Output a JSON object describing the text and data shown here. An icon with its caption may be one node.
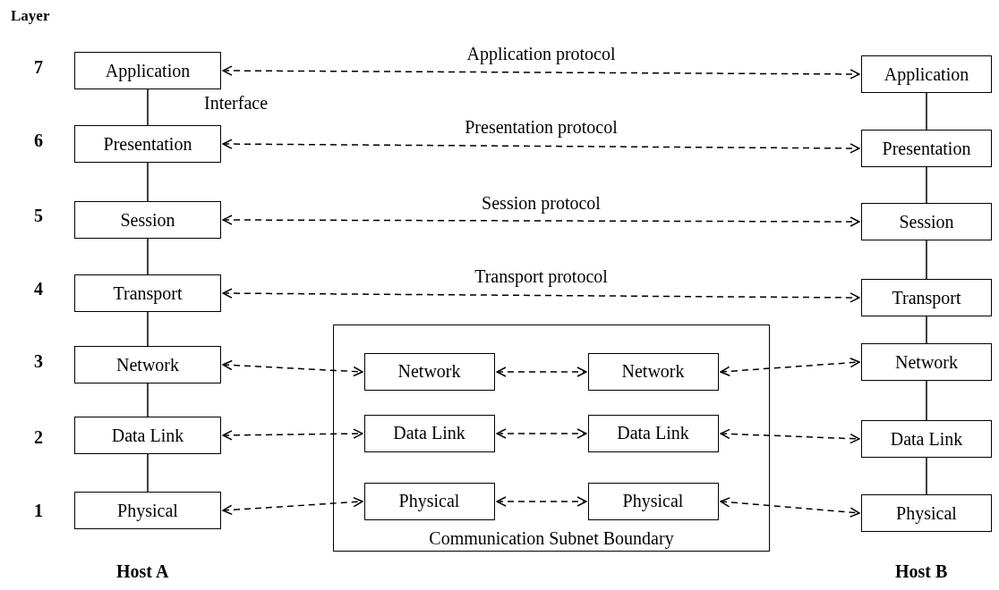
{
  "diagram": {
    "nodes": [
      {
        "text": [
          "Application"
        ]
      },
      {
        "text": [
          "Presentation"
        ]
      },
      {
        "text": [
          "Session"
        ]
      },
      {
        "text": [
          "Transport"
        ]
      },
      {
        "text": [
          "Network"
        ]
      },
      {
        "text": [
          "Data Link"
        ]
      },
      {
        "text": [
          "Physical"
        ]
      },
      {
        "text": [
          "Communication Subnet Boundary"
        ]
      },
      {
        "text": [
          "Network"
        ],
        "in": 7
      },
      {
        "text": [
          "Network"
        ],
        "in": 7
      },
      {
        "text": [
          "Data Link"
        ],
        "in": 7
      },
      {
        "text": [
          "Data Link"
        ],
        "in": 7
      },
      {
        "text": [
          "Physical"
        ],
        "in": 7
      },
      {
        "text": [
          "Physical"
        ],
        "in": 7
      },
      {
        "text": [
          "Application"
        ]
      },
      {
        "text": [
          "Presentation"
        ]
      },
      {
        "text": [
          "Session"
        ]
      },
      {
        "text": [
          "Transport"
        ]
      },
      {
        "text": [
          "Network"
        ]
      },
      {
        "text": [
          "Data Link"
        ]
      },
      {
        "text": [
          "Physical"
        ]
      }
    ],
    "edges": [
      {
        "from": 0,
        "to": 1,
        "arrow": "none"
      },
      {
        "from": 1,
        "to": 2,
        "arrow": "none"
      },
      {
        "from": 2,
        "to": 3,
        "arrow": "none"
      },
      {
        "from": 3,
        "to": 4,
        "arrow": "none"
      },
      {
        "from": 4,
        "to": 5,
        "arrow": "none"
      },
      {
        "from": 5,
        "to": 6,
        "arrow": "none"
      },
      {
        "from": 14,
        "to": 15,
        "arrow": "none"
      },
      {
        "from": 15,
        "to": 16,
        "arrow": "none"
      },
      {
        "from": 16,
        "to": 17,
        "arrow": "none"
      },
      {
        "from": 17,
        "to": 18,
        "arrow": "none"
      },
      {
        "from": 18,
        "to": 19,
        "arrow": "none"
      },
      {
        "from": 19,
        "to": 20,
        "arrow": "none"
      },
      {
        "from": 0,
        "to": 14,
        "arrow": "both",
        "style": "dashed",
        "label": "Application protocol"
      },
      {
        "from": 1,
        "to": 15,
        "arrow": "both",
        "style": "dashed",
        "label": "Presentation protocol"
      },
      {
        "from": 2,
        "to": 16,
        "arrow": "both",
        "style": "dashed",
        "label": "Session protocol"
      },
      {
        "from": 3,
        "to": 17,
        "arrow": "both",
        "style": "dashed",
        "label": "Transport protocol"
      },
      {
        "from": 4,
        "to": 8,
        "arrow": "both",
        "style": "dashed"
      },
      {
        "from": 8,
        "to": 9,
        "arrow": "both",
        "style": "dashed"
      },
      {
        "from": 9,
        "to": 18,
        "arrow": "both",
        "style": "dashed"
      },
      {
        "from": 5,
        "to": 10,
        "arrow": "both",
        "style": "dashed"
      },
      {
        "from": 10,
        "to": 11,
        "arrow": "both",
        "style": "dashed"
      },
      {
        "from": 11,
        "to": 19,
        "arrow": "both",
        "style": "dashed"
      },
      {
        "from": 6,
        "to": 12,
        "arrow": "both",
        "style": "dashed"
      },
      {
        "from": 12,
        "to": 13,
        "arrow": "both",
        "style": "dashed"
      },
      {
        "from": 13,
        "to": 20,
        "arrow": "both",
        "style": "dashed"
      }
    ],
    "labels": [
      "Layer",
      "7",
      "Interface",
      "6",
      "5",
      "4",
      "3",
      "2",
      "1",
      "Host A",
      "Host B"
    ]
  }
}
